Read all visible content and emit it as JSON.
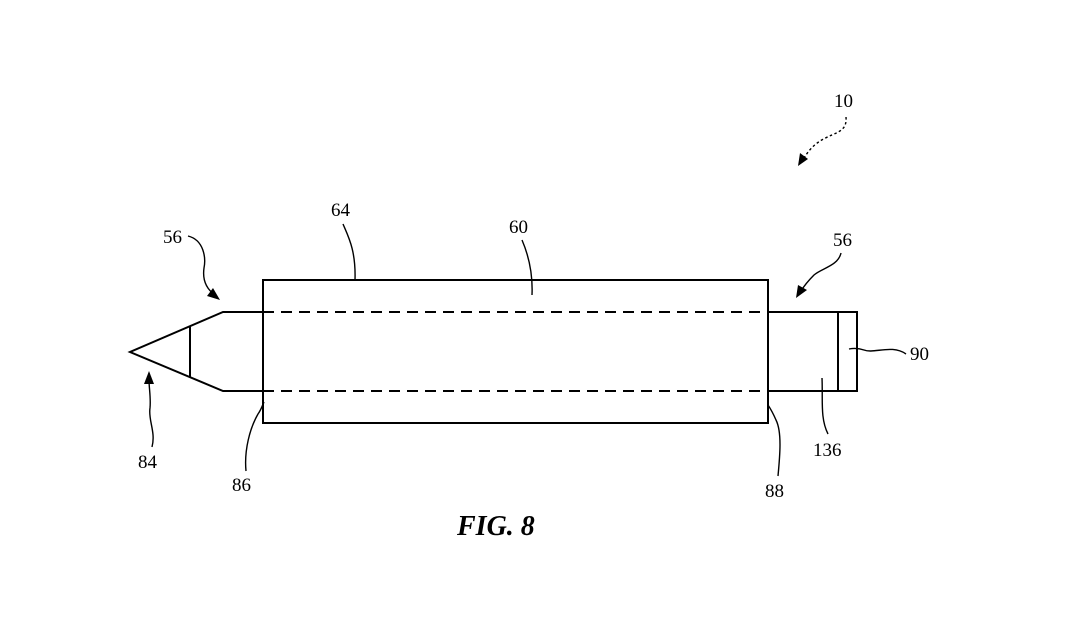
{
  "figure": {
    "caption": "FIG. 8",
    "labels": {
      "assembly": "10",
      "end_left": "56",
      "end_right": "56",
      "sleeve": "64",
      "bore": "60",
      "tip": "84",
      "left_end_face": "86",
      "right_end_face": "88",
      "cap": "90",
      "shaft_end": "136"
    }
  }
}
